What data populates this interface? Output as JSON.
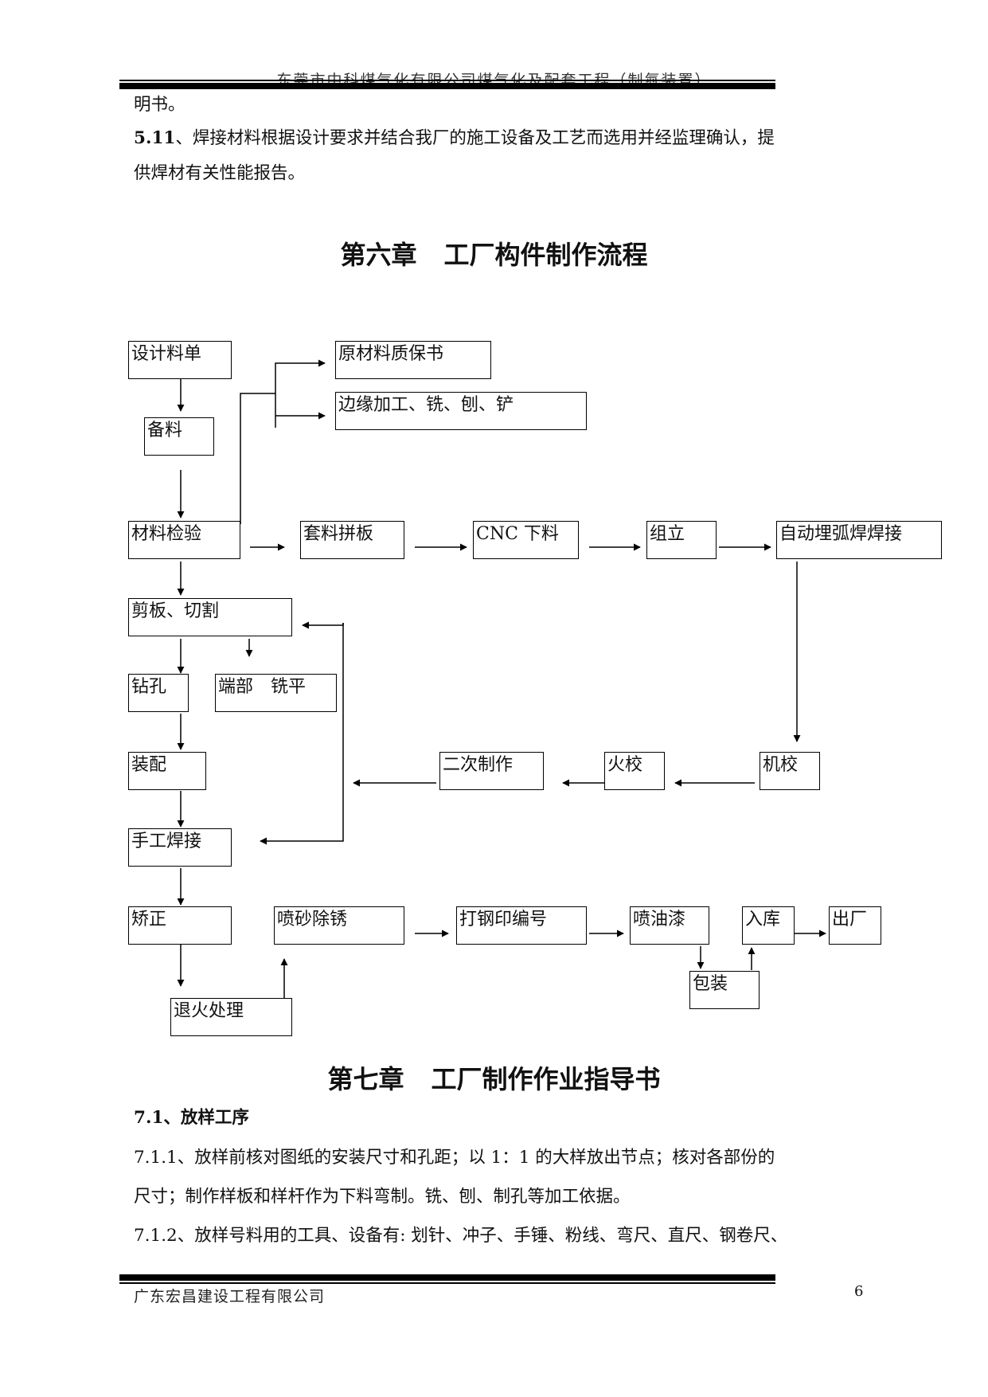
{
  "header": {
    "title": "东莞市中科煤气化有限公司煤气化及配套工程（制氮装置）"
  },
  "intro": {
    "line0": "明书。",
    "p511_num": "5.11",
    "p511_line1": "、焊接材料根据设计要求并结合我厂的施工设备及工艺而选用并经监理确认，提",
    "p511_line2": "供焊材有关性能报告。"
  },
  "chapter6": {
    "num": "第六章",
    "title": "工厂构件制作流程"
  },
  "flow": {
    "design_list": "设计料单",
    "material_cert": "原材料质保书",
    "edge_machining": "边缘加工、铣、刨、铲",
    "material_prep": "备料",
    "material_inspect": "材料检验",
    "nesting": "套料拼板",
    "cnc_cutting": "CNC 下料",
    "assembly_up": "组立",
    "saw_welding": "自动埋弧焊焊接",
    "shear_cut": "剪板、切割",
    "drilling": "钻孔",
    "end_milling": "端部　铣平",
    "fitting": "装配",
    "machine_straighten": "机校",
    "flame_straighten": "火校",
    "secondary_fab": "二次制作",
    "manual_welding": "手工焊接",
    "correction": "矫正",
    "annealing": "退火处理",
    "sandblast": "喷砂除锈",
    "stamp_number": "打钢印编号",
    "painting": "喷油漆",
    "packaging": "包装",
    "warehouse": "入库",
    "dispatch": "出厂"
  },
  "chapter7": {
    "num": "第七章",
    "title": "工厂制作作业指导书"
  },
  "section71": {
    "heading": "7.1、放样工序",
    "p1_line1": "7.1.1、放样前核对图纸的安装尺寸和孔距；以 1：1 的大样放出节点；核对各部份的",
    "p1_line2": "尺寸；制作样板和样杆作为下料弯制。铣、刨、制孔等加工依据。",
    "p2_line1": "7.1.2、放样号料用的工具、设备有: 划针、冲子、手锤、粉线、弯尺、直尺、钢卷尺、"
  },
  "footer": {
    "company": "广东宏昌建设工程有限公司",
    "page": "6"
  }
}
